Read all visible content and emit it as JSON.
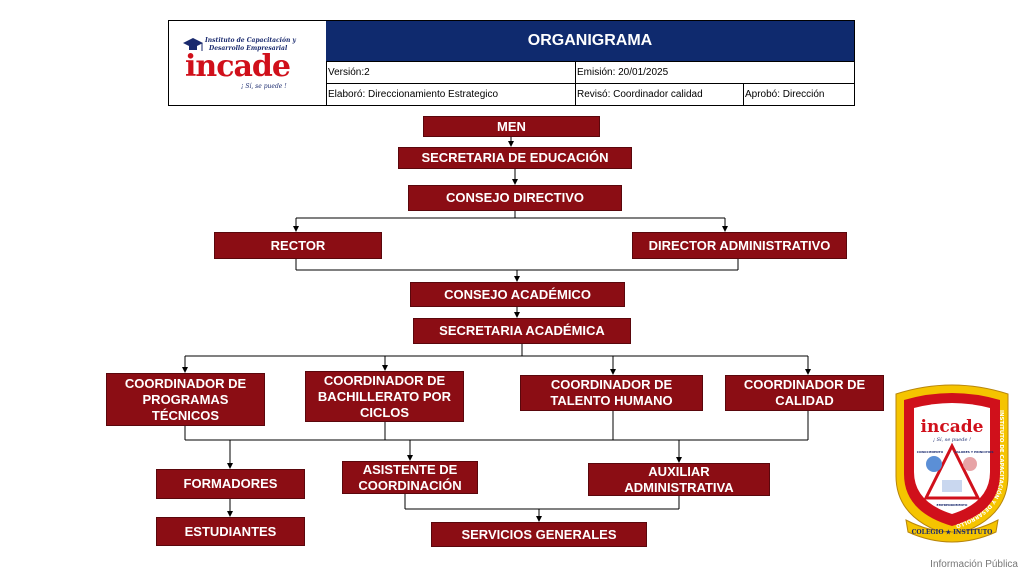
{
  "header": {
    "title": "ORGANIGRAMA",
    "version": "Versión:2",
    "emission": "Emisión: 20/01/2025",
    "elaboro": "Elaboró: Direccionamiento Estrategico",
    "reviso": "Revisó: Coordinador calidad",
    "aprobo": "Aprobó: Dirección",
    "logo": {
      "line1": "Instituto de Capacitación y",
      "line2": "Desarrollo Empresarial",
      "name": "incade",
      "slogan": "¡ Sí, se puede !"
    }
  },
  "org": {
    "men": "MEN",
    "secretaria_educacion": "SECRETARIA DE EDUCACIÓN",
    "consejo_directivo": "CONSEJO DIRECTIVO",
    "rector": "RECTOR",
    "director_administrativo": "DIRECTOR ADMINISTRATIVO",
    "consejo_academico": "CONSEJO ACADÉMICO",
    "secretaria_academica": "SECRETARIA ACADÉMICA",
    "coord_programas": "COORDINADOR DE PROGRAMAS TÉCNICOS",
    "coord_bachillerato": "COORDINADOR DE BACHILLERATO POR CICLOS",
    "coord_talento": "COORDINADOR DE TALENTO HUMANO",
    "coord_calidad": "COORDINADOR DE CALIDAD",
    "formadores": "FORMADORES",
    "asistente": "ASISTENTE DE COORDINACIÓN",
    "auxiliar": "AUXILIAR ADMINISTRATIVA",
    "estudiantes": "ESTUDIANTES",
    "servicios": "SERVICIOS GENERALES"
  },
  "emblem": {
    "name": "incade",
    "slogan": "¡ Sí, se puede !",
    "arc_text": "INSTITUTO DE CAPACITACIÓN Y DESARROLLO EMPRESARIAL",
    "banner": "COLEGIO ★ INSTITUTO",
    "labels": [
      "CONOCIMIENTO",
      "VALORES Y PRINCIPIOS",
      "EMPRENDIMIENTO"
    ]
  },
  "footer": "Información Pública",
  "colors": {
    "box": "#8b0d14",
    "header": "#0f2a6e",
    "emblem_yellow": "#f5c400",
    "emblem_red": "#d0101b"
  }
}
